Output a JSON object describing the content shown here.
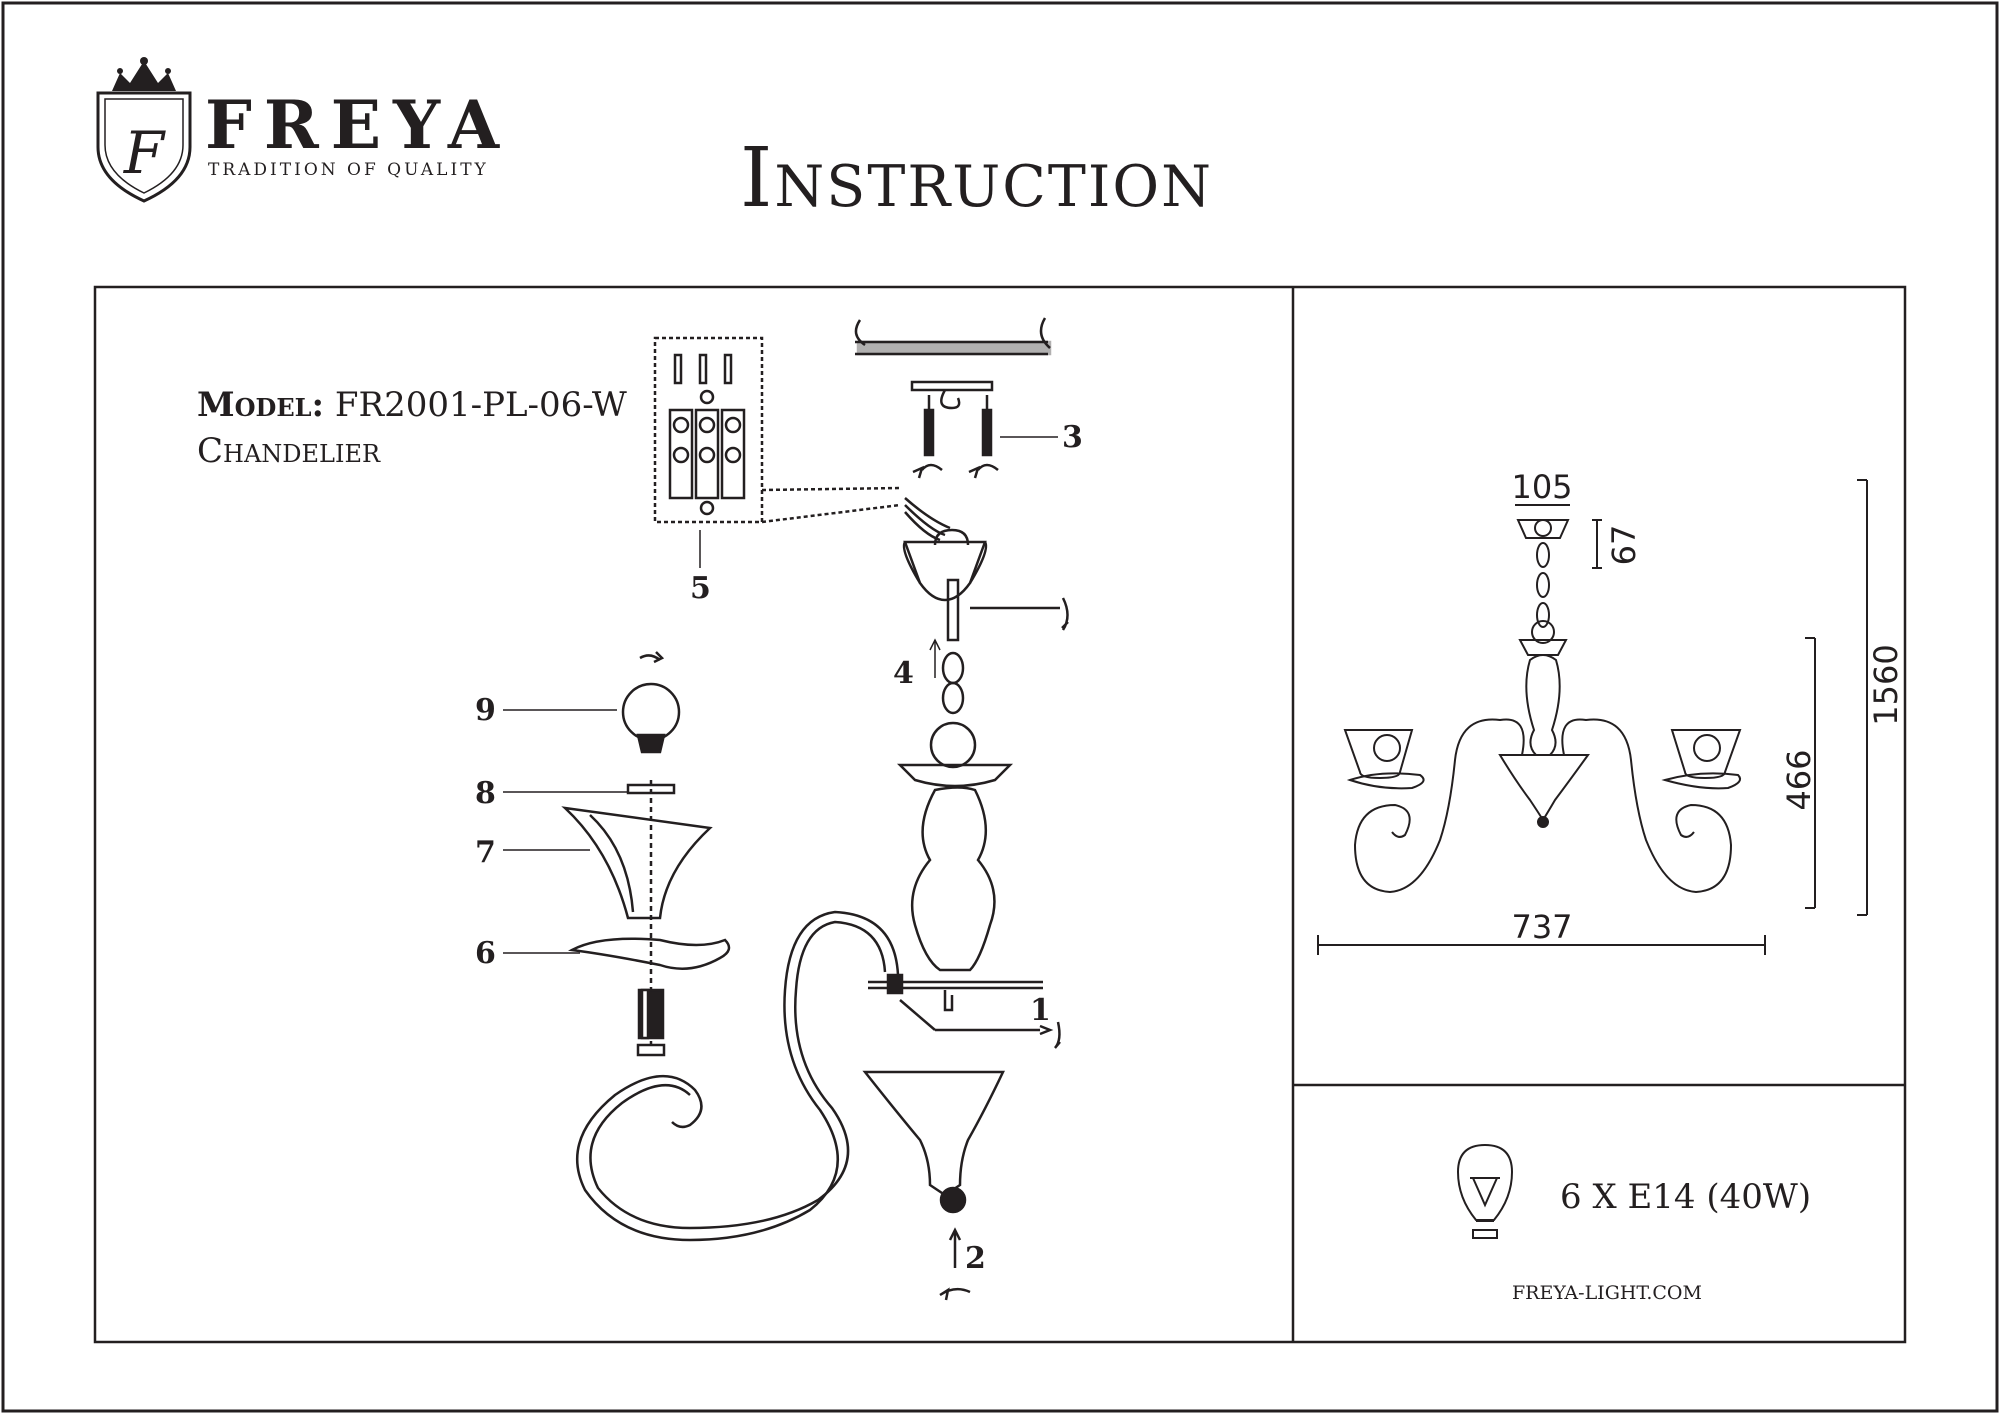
{
  "brand": {
    "name": "FREYA",
    "tagline": "TRADITION OF QUALITY",
    "emblem_letter": "F"
  },
  "document": {
    "title": "Instruction"
  },
  "model": {
    "label": "Model:",
    "value": "FR2001-PL-06-W",
    "type": "Chandelier"
  },
  "assembly_callouts": [
    "1",
    "2",
    "3",
    "4",
    "5",
    "6",
    "7",
    "8",
    "9"
  ],
  "dimensions": {
    "canopy_width": "105",
    "canopy_height": "67",
    "total_height": "1560",
    "body_height": "466",
    "diameter": "737"
  },
  "bulb": {
    "spec": "6 X E14 (40W)"
  },
  "website": "FREYA-LIGHT.COM",
  "colors": {
    "ink": "#231f20",
    "background": "#ffffff"
  }
}
